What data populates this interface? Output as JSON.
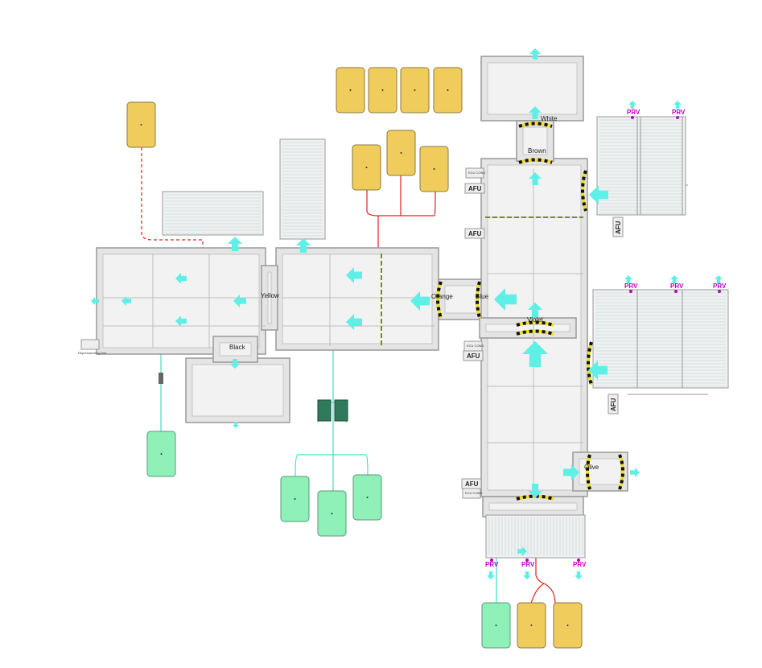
{
  "ports": {
    "white": "White",
    "brown": "Brown",
    "violet": "Violet",
    "olive": "Olive",
    "orange": "Orange",
    "blue": "Blue",
    "yellow": "Yellow",
    "black": "Black"
  },
  "prv_label": "PRV",
  "afu_label": "AFU",
  "ecu_label": "ECU COND",
  "depress_label": "Depressurizing Unit",
  "colors": {
    "arrow": "#5ef0e6",
    "yellow_tank": "#f0cc5c",
    "green_tank": "#8ff0b8",
    "red_line": "#e02020",
    "green_line": "#40e0c0",
    "prv": "#c000c0"
  }
}
